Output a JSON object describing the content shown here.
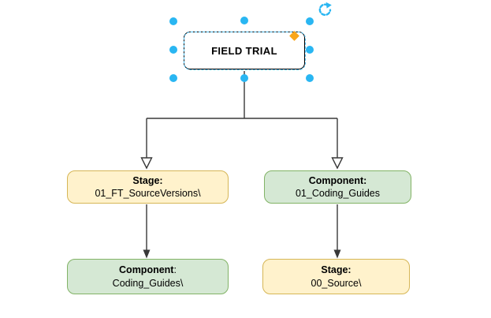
{
  "diagram": {
    "root_node": {
      "label": "FIELD TRIAL"
    },
    "nodes": [
      {
        "kind": "stage",
        "title": "Stage:",
        "title_suffix": "",
        "subtitle": "01_FT_SourceVersions\\"
      },
      {
        "kind": "component",
        "title": "Component:",
        "title_suffix": "",
        "subtitle": "01_Coding_Guides"
      },
      {
        "kind": "component",
        "title": "Component",
        "title_suffix": ":",
        "subtitle": "Coding_Guides\\"
      },
      {
        "kind": "stage",
        "title": "Stage:",
        "title_suffix": "",
        "subtitle": "00_Source\\"
      }
    ],
    "colors": {
      "stage_fill": "#FFF2CC",
      "stage_border": "#D6B656",
      "component_fill": "#D5E8D4",
      "component_border": "#82B366",
      "root_fill": "#FFFFFF",
      "root_border": "#000000",
      "selection_handle": "#29B6F2",
      "selection_dash": "#4FC3F7",
      "edge_point_handle": "#F9A61A",
      "connector": "#383838"
    }
  }
}
